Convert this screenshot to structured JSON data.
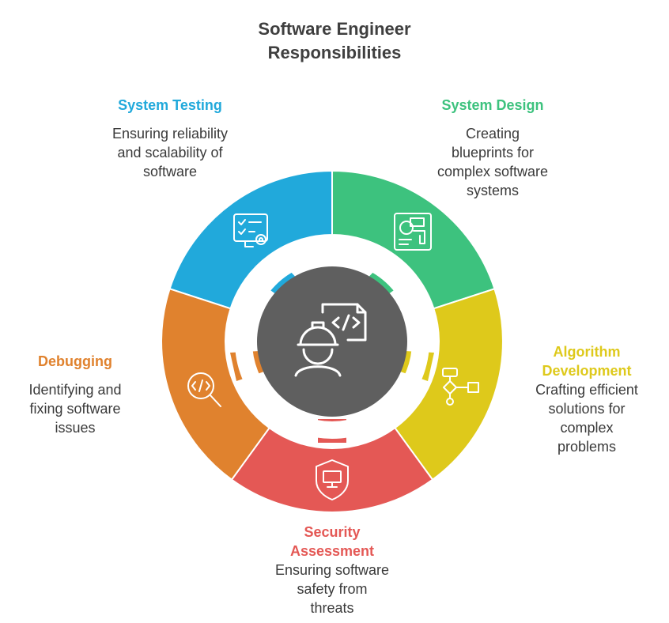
{
  "title": {
    "line1": "Software Engineer",
    "line2": "Responsibilities"
  },
  "center": {
    "icon": "software-engineer-code-icon",
    "color": "#5f5f5f"
  },
  "segments": [
    {
      "key": "system-testing",
      "heading": "System Testing",
      "description": [
        "Ensuring reliability",
        "and scalability of",
        "software"
      ],
      "color": "#21a9db",
      "icon": "checklist-gear-icon"
    },
    {
      "key": "system-design",
      "heading": "System Design",
      "description": [
        "Creating",
        "blueprints for",
        "complex software",
        "systems"
      ],
      "color": "#3dc27e",
      "icon": "blueprint-layout-icon"
    },
    {
      "key": "algorithm-development",
      "heading": [
        "Algorithm",
        "Development"
      ],
      "description": [
        "Crafting efficient",
        "solutions for",
        "complex",
        "problems"
      ],
      "color": "#dec91b",
      "icon": "flowchart-icon"
    },
    {
      "key": "security-assessment",
      "heading": [
        "Security",
        "Assessment"
      ],
      "description": [
        "Ensuring software",
        "safety from",
        "threats"
      ],
      "color": "#e45855",
      "icon": "shield-monitor-icon"
    },
    {
      "key": "debugging",
      "heading": "Debugging",
      "description": [
        "Identifying and",
        "fixing software",
        "issues"
      ],
      "color": "#e0822e",
      "icon": "code-search-icon"
    }
  ]
}
